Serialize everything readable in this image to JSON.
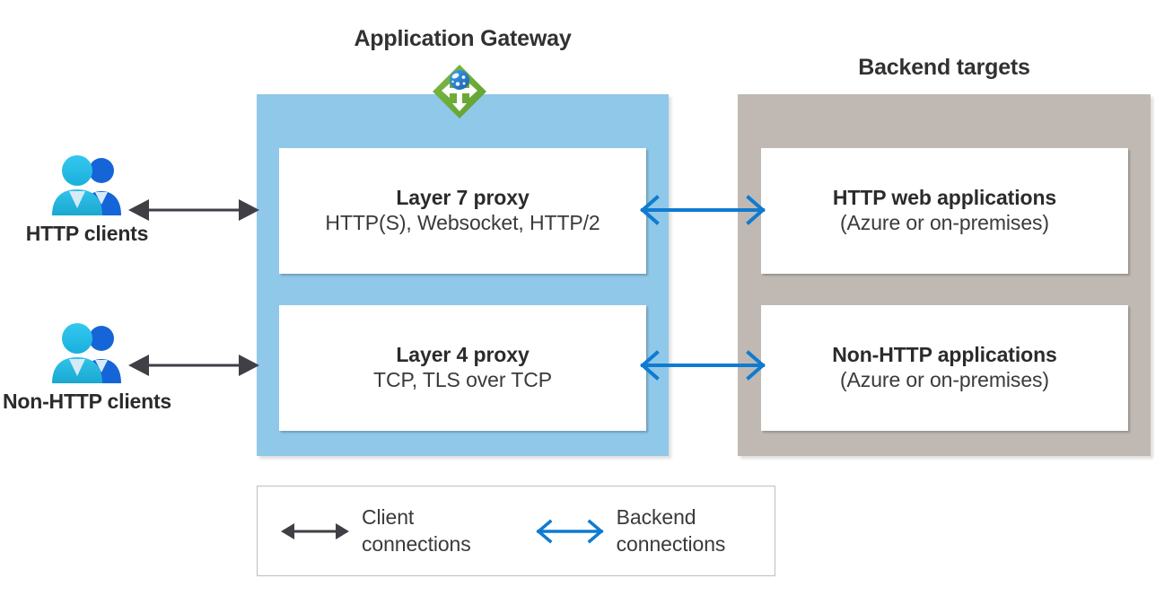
{
  "diagram": {
    "gateway": {
      "title": "Application Gateway",
      "icon_name": "application-gateway-icon",
      "panel_color": "#8fc8e8",
      "cards": [
        {
          "title": "Layer 7 proxy",
          "subtitle": "HTTP(S), Websocket, HTTP/2"
        },
        {
          "title": "Layer 4 proxy",
          "subtitle": "TCP, TLS over TCP"
        }
      ]
    },
    "backend": {
      "title": "Backend targets",
      "panel_color": "#c0b9b3",
      "cards": [
        {
          "title": "HTTP web applications",
          "subtitle": "(Azure or on-premises)"
        },
        {
          "title": "Non-HTTP applications",
          "subtitle": "(Azure or on-premises)"
        }
      ]
    },
    "clients": [
      {
        "label": "HTTP\nclients",
        "icon_name": "users-icon"
      },
      {
        "label": "Non-HTTP\nclients",
        "icon_name": "users-icon"
      }
    ],
    "connections": {
      "client_arrow_color": "#3f3f46",
      "backend_arrow_color": "#0f7bd1"
    },
    "legend": {
      "items": [
        {
          "label": "Client\nconnections",
          "color": "#3f3f46",
          "style": "solid-filled-head"
        },
        {
          "label": "Backend\nconnections",
          "color": "#0f7bd1",
          "style": "open-chevron-head"
        }
      ]
    }
  }
}
